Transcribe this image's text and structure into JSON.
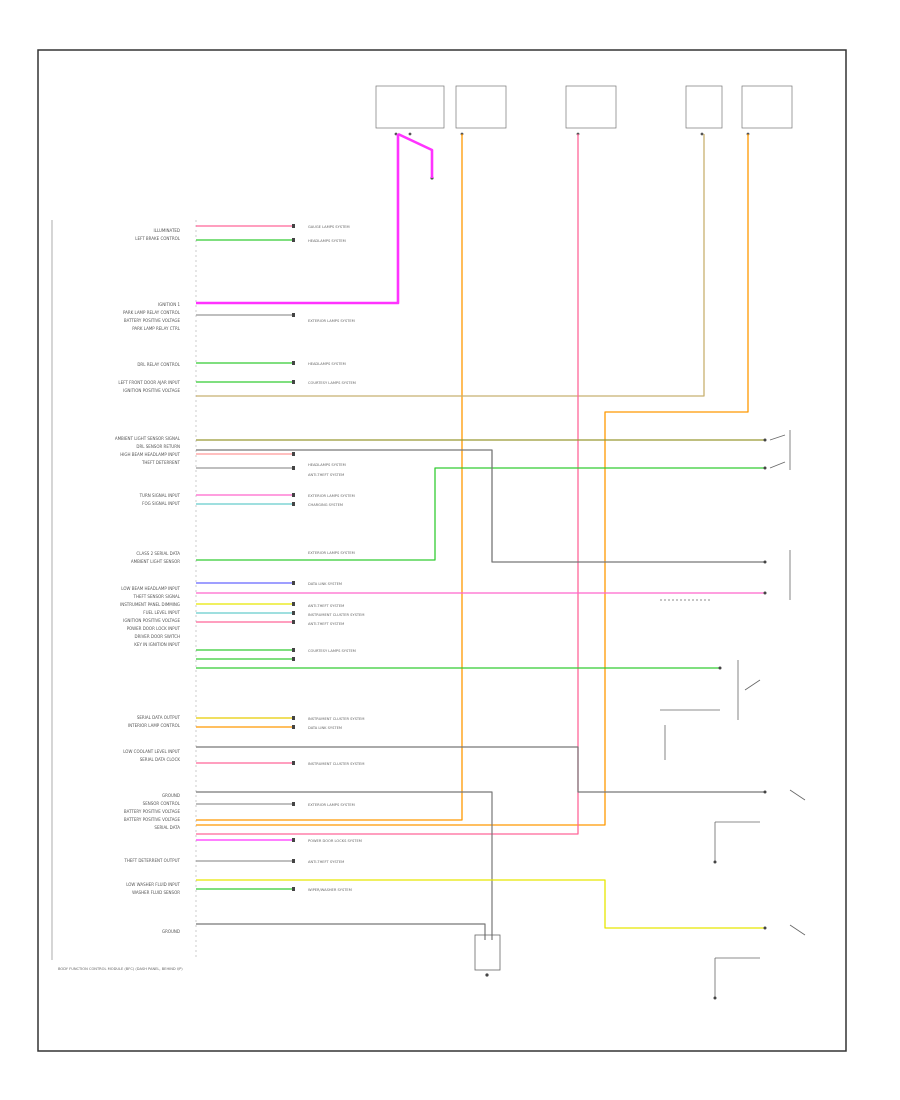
{
  "diagram": {
    "title": "",
    "colors": {
      "frame": "#333333",
      "wire_magenta": "#ff33ff",
      "wire_orange": "#ff9900",
      "wire_pink": "#ff6699",
      "wire_tan": "#c8b070",
      "wire_green": "#33cc33",
      "wire_olive": "#999933",
      "wire_gray": "#777777",
      "wire_yellow": "#e6e600",
      "wire_cyan": "#66cccc",
      "wire_blue": "#6666ff"
    },
    "signal_labels": [
      "ILLUMINATED",
      "LEFT BRAKE CONTROL",
      "IGNITION 1",
      "PARK LAMP RELAY CONTROL",
      "BATTERY POSITIVE VOLTAGE",
      "PARK LAMP RELAY CTRL",
      "DRL RELAY CONTROL",
      "LEFT FRONT DOOR AJAR INPUT",
      "IGNITION POSITIVE VOLTAGE",
      "AMBIENT LIGHT SENSOR SIGNAL",
      "DRL SENSOR RETURN",
      "HIGH BEAM HEADLAMP INPUT",
      "THEFT DETERRENT",
      "TURN SIGNAL INPUT",
      "FOG SIGNAL INPUT",
      "CLASS 2 SERIAL DATA",
      "AMBIENT LIGHT SENSOR",
      "LOW BEAM HEADLAMP INPUT",
      "THEFT SENSOR SIGNAL",
      "INSTRUMENT PANEL DIMMING",
      "FUEL LEVEL INPUT",
      "IGNITION POSITIVE VOLTAGE",
      "POWER DOOR LOCK INPUT",
      "DRIVER DOOR SWITCH",
      "KEY IN IGNITION INPUT",
      "SERIAL DATA OUTPUT",
      "INTERIOR LAMP CONTROL",
      "LOW COOLANT LEVEL INPUT",
      "SERIAL DATA CLOCK",
      "GROUND",
      "SENSOR CONTROL",
      "BATTERY POSITIVE VOLTAGE",
      "BATTERY POSITIVE VOLTAGE",
      "SERIAL DATA",
      "THEFT DETERRENT OUTPUT",
      "LOW WASHER FLUID INPUT",
      "WASHER FLUID SENSOR",
      "GROUND"
    ],
    "ref_labels": [
      "GAUGE LAMPS SYSTEM",
      "HEADLAMPS SYSTEM",
      "EXTERIOR LAMPS SYSTEM",
      "HEADLAMPS SYSTEM",
      "COURTESY LAMPS SYSTEM",
      "HEADLAMPS SYSTEM",
      "ANTI-THEFT SYSTEM",
      "EXTERIOR LAMPS SYSTEM",
      "CHARGING SYSTEM",
      "EXTERIOR LAMPS SYSTEM",
      "DATA LINK SYSTEM",
      "ANTI-THEFT SYSTEM",
      "INSTRUMENT CLUSTER SYSTEM",
      "ANTI-THEFT SYSTEM",
      "COURTESY LAMPS SYSTEM",
      "INSTRUMENT CLUSTER SYSTEM",
      "DATA LINK SYSTEM",
      "INSTRUMENT CLUSTER SYSTEM",
      "EXTERIOR LAMPS SYSTEM",
      "POWER DOOR LOCKS SYSTEM",
      "ANTI-THEFT SYSTEM",
      "WIPER/WASHER SYSTEM"
    ],
    "footer_label": "BODY FUNCTION CONTROL MODULE (BFC) (DASH PANEL, BEHIND I/P)"
  }
}
